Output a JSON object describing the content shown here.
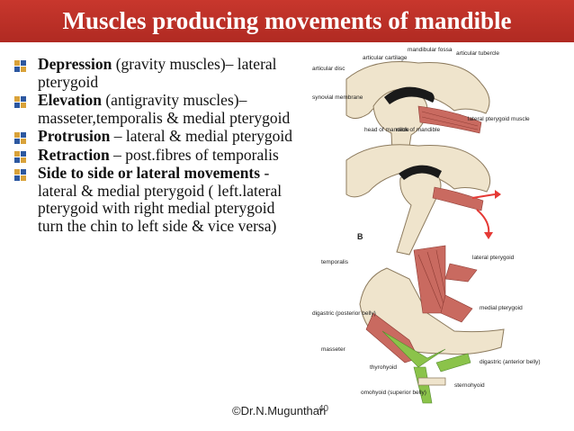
{
  "slide": {
    "title": "Muscles producing movements of mandible",
    "items": [
      {
        "term": "Depression",
        "text": " (gravity muscles)– lateral pterygoid"
      },
      {
        "term": "Elevation",
        "text": " (antigravity muscles)– masseter,temporalis & medial pterygoid"
      },
      {
        "term": "Protrusion",
        "text": " – lateral & medial pterygoid"
      },
      {
        "term": "Retraction",
        "text": " – post.fibres of temporalis"
      },
      {
        "term": "Side to side or lateral movements",
        "text": " - lateral & medial pterygoid ( left.lateral pterygoid with right medial pterygoid turn the chin to left side & vice versa)"
      }
    ],
    "credit": "©Dr.N.Mugunthan",
    "page_number": "40"
  },
  "figure": {
    "labels_a": {
      "articular_cartilage": "articular cartilage",
      "mandibular_fossa": "mandibular fossa",
      "articular_tubercle": "articular tubercle",
      "articular_disc": "articular disc",
      "synovial_membrane": "synovial membrane",
      "lateral_pterygoid_muscle": "lateral pterygoid muscle",
      "head_of_mandible": "head of mandible",
      "neck_of_mandible": "neck of mandible"
    },
    "panel_b": "B",
    "labels_b": {
      "temporalis": "temporalis",
      "lateral_pterygoid": "lateral pterygoid",
      "medial_pterygoid": "medial pterygoid",
      "digastric_posterior": "digastric (posterior belly)",
      "masseter": "masseter",
      "thyrohyoid": "thyrohyoid",
      "digastric_anterior": "digastric (anterior belly)",
      "sternohyoid": "sternohyoid",
      "omohyoid": "omohyoid (superior belly)"
    },
    "colors": {
      "bone": "#efe4cc",
      "muscle": "#c96a60",
      "hyoid_muscle": "#8bc34a",
      "arrow": "#e53935"
    }
  }
}
